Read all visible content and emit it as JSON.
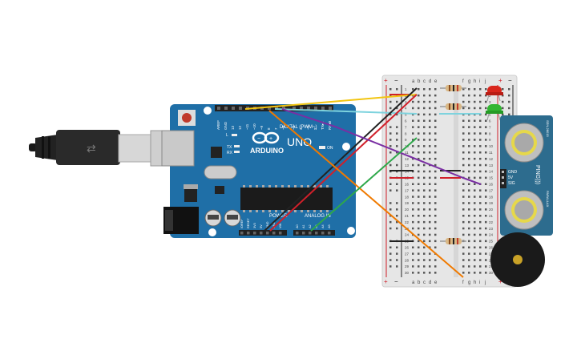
{
  "arduino": {
    "brand": "ARDUINO",
    "model": "UNO",
    "digital_header": "DIGITAL (PWM~)",
    "analog_header": "ANALOG IN",
    "power_header": "POWER",
    "on_label": "ON",
    "led_l": "L",
    "led_tx": "TX",
    "led_rx": "RX",
    "digital_pins": [
      "AREF",
      "GND",
      "13",
      "12",
      "~11",
      "~10",
      "~9",
      "8",
      "7",
      "~6",
      "~5",
      "4",
      "~3",
      "2",
      "TX▸1",
      "RX◂0"
    ],
    "power_pins": [
      "IOREF",
      "RESET",
      "3V3",
      "5V",
      "GND",
      "GND",
      "VIN"
    ],
    "analog_pins": [
      "A0",
      "A1",
      "A2",
      "A3",
      "A4",
      "A5"
    ]
  },
  "breadboard": {
    "top_letters": [
      "a",
      "b",
      "c",
      "d",
      "e",
      "f",
      "g",
      "h",
      "i",
      "j"
    ],
    "bottom_letters": [
      "a",
      "b",
      "c",
      "d",
      "e",
      "f",
      "g",
      "h",
      "i",
      "j"
    ],
    "row_numbers": [
      "1",
      "2",
      "3",
      "4",
      "5",
      "6",
      "7",
      "8",
      "9",
      "10",
      "11",
      "12",
      "13",
      "14",
      "15",
      "16",
      "17",
      "18",
      "19",
      "20",
      "21",
      "22",
      "23",
      "24",
      "25",
      "26",
      "27",
      "28",
      "29",
      "30"
    ],
    "plus": "+",
    "minus": "−"
  },
  "sensor": {
    "pins": [
      "GND",
      "5V",
      "SIG"
    ],
    "brand": "PING)))",
    "side_text": "PARALLAX",
    "model_text": "SEN-28015"
  },
  "colors": {
    "board": "#1f6fa7",
    "wire_yellow": "#f2c511",
    "wire_black": "#222222",
    "wire_red": "#d0202a",
    "wire_orange": "#f07a00",
    "wire_purple": "#7a2fa3",
    "wire_green": "#2ea84a",
    "wire_cyan": "#7ed3de",
    "led_red": "#d9261c",
    "led_green": "#33b633"
  }
}
